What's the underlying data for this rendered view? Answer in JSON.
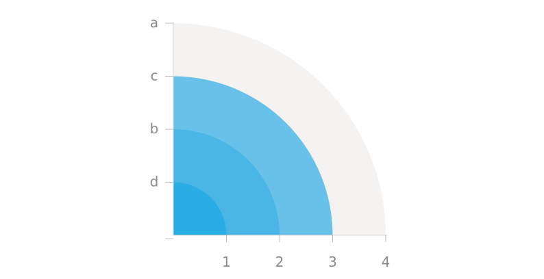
{
  "chart_data": {
    "type": "bar",
    "orientation": "radial",
    "categories": [
      "d",
      "b",
      "c",
      "a"
    ],
    "values": [
      1,
      2,
      3,
      4
    ],
    "xlim": [
      0,
      4
    ],
    "xticks": [
      "1",
      "2",
      "3",
      "4"
    ],
    "grid": false,
    "colors": {
      "d": "#2aace4",
      "b": "#49b6e5",
      "c": "#68c1e8",
      "a": "#f4f3f2"
    }
  }
}
